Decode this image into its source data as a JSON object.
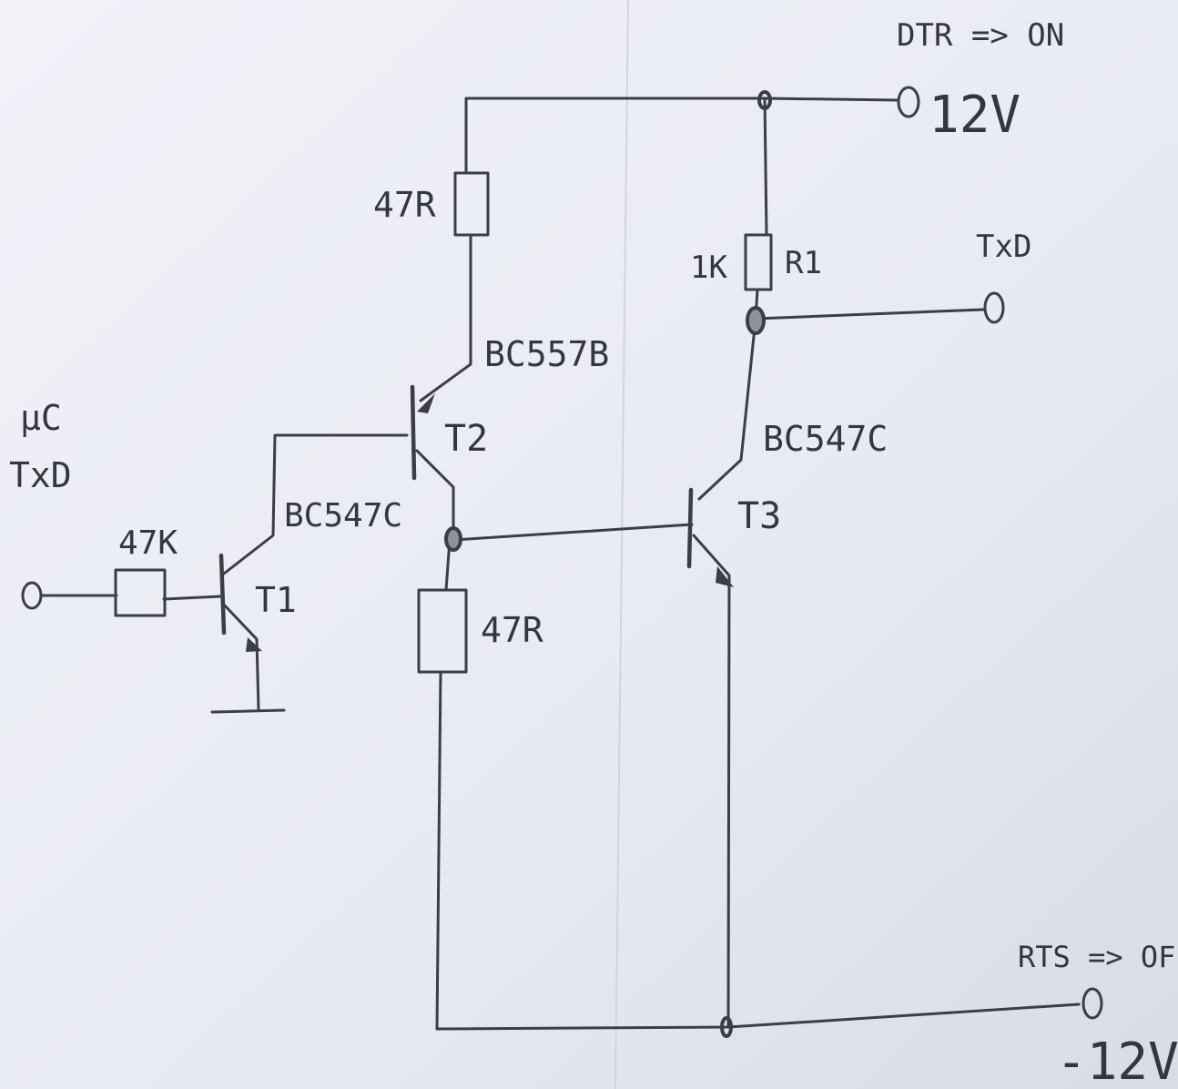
{
  "supply": {
    "top_label": "DTR => ON",
    "top_voltage": "12V",
    "bottom_label": "RTS => OFF",
    "bottom_voltage": "-12V"
  },
  "input": {
    "line1": "µC",
    "line2": "TxD"
  },
  "output": {
    "label": "TxD"
  },
  "components": {
    "r_base_t1": "47K",
    "r_t2_collector": "47R",
    "r_t3_base": "47R",
    "r1_value": "1K",
    "r1_name": "R1",
    "t1_type": "BC547C",
    "t1_name": "T1",
    "t2_type": "BC557B",
    "t2_name": "T2",
    "t3_type": "BC547C",
    "t3_name": "T3"
  },
  "colors": {
    "paper": "#eceef5",
    "pencil": "#3b3d47"
  }
}
